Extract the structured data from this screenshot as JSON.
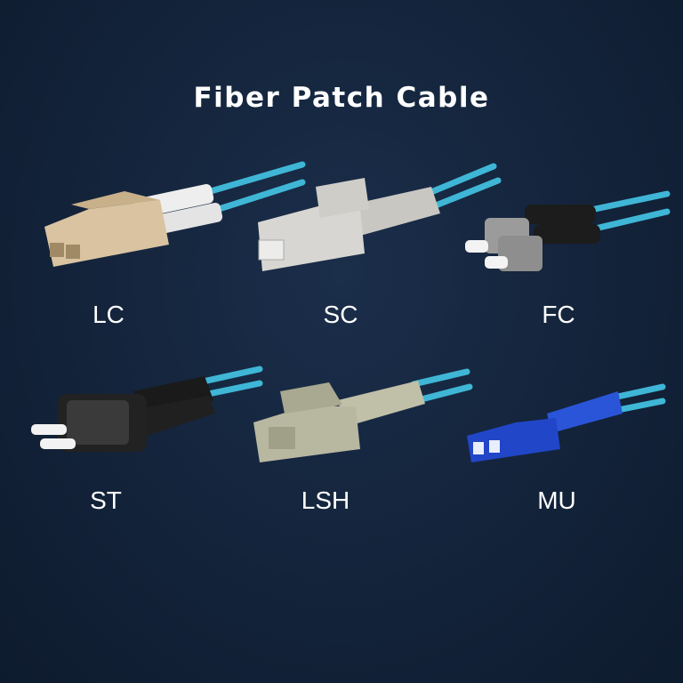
{
  "title": "Fiber Patch Cable",
  "connectors": [
    {
      "label": "LC"
    },
    {
      "label": "SC"
    },
    {
      "label": "FC"
    },
    {
      "label": "ST"
    },
    {
      "label": "LSH"
    },
    {
      "label": "MU"
    }
  ],
  "colors": {
    "background": "#13233a",
    "cable": "#3fb6d6",
    "text": "#ffffff",
    "lc_body": "#d9c3a0",
    "sc_body": "#d8d6d2",
    "fc_boot": "#1c1c1c",
    "st_body": "#222222",
    "lsh_body": "#b8b7a0",
    "mu_body": "#2146c8"
  }
}
